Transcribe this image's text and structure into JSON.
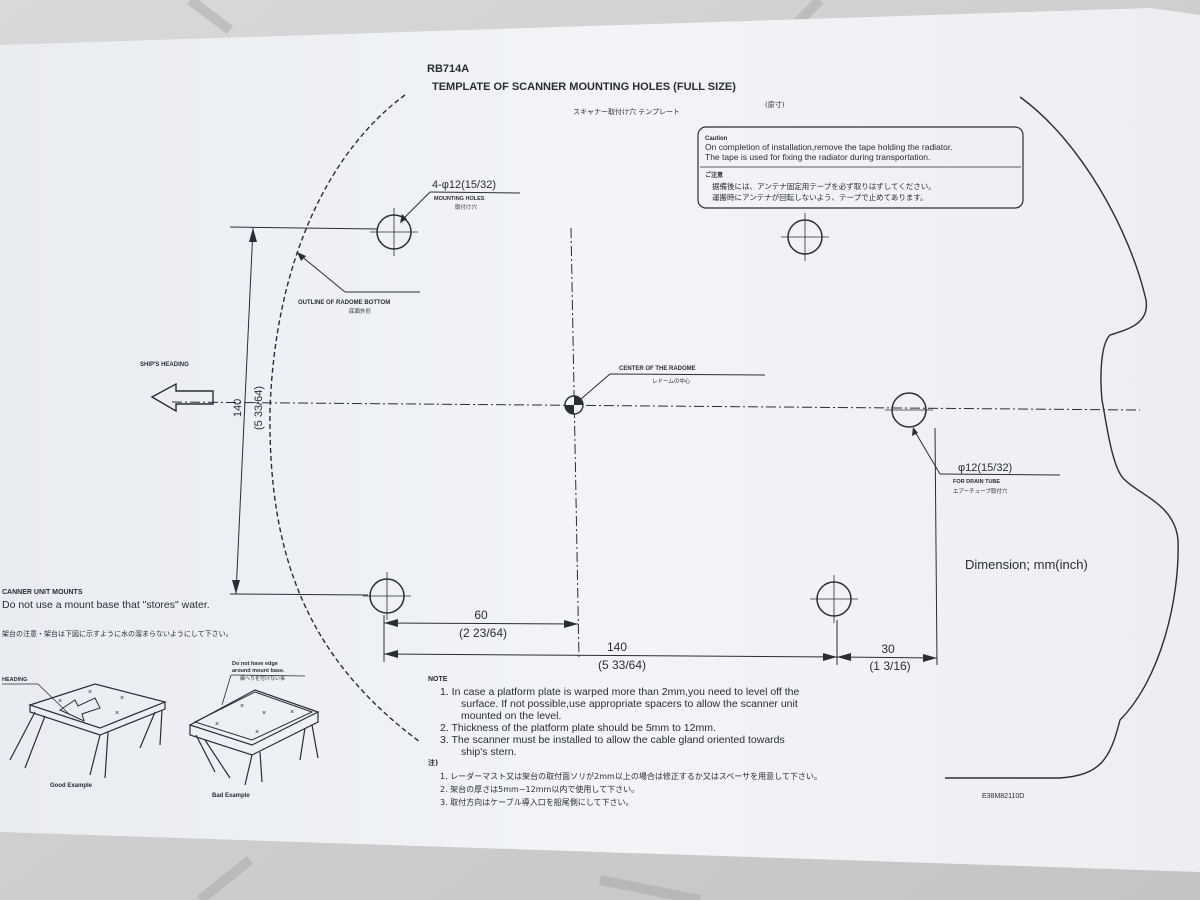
{
  "header": {
    "model": "RB714A",
    "title": "TEMPLATE OF SCANNER MOUNTING HOLES (FULL SIZE)",
    "title_jp": "スキャナー取付け穴 テンプレート",
    "title_jp_note": "(原寸)"
  },
  "caution": {
    "heading": "Caution",
    "line1": "On completion of installation,remove the tape holding the radiator.",
    "line2": "The tape is used for fixing the radiator during transportation.",
    "heading_jp": "ご注意",
    "line1_jp": "据備後には、アンテナ固定用テープを必ず取りはずしてください。",
    "line2_jp": "運搬時にアンテナが回転しないよう、テープで止めてあります。"
  },
  "labels": {
    "mounting_holes": "4-φ12(15/32)",
    "mounting_holes_sub": "MOUNTING HOLES",
    "mounting_holes_jp": "取付け穴",
    "outline": "OUTLINE OF RADOME BOTTOM",
    "outline_jp": "底面外形",
    "ships_heading": "SHIP'S HEADING",
    "center": "CENTER OF THE RADOME",
    "center_jp": "レドームの中心",
    "drain": "φ12(15/32)",
    "drain_sub": "FOR DRAIN TUBE",
    "drain_jp": "エアーチューブ取付穴",
    "dimension": "Dimension; mm(inch)"
  },
  "dimensions": {
    "vertical": "140",
    "vertical_inch": "(5 33/64)",
    "d60": "60",
    "d60_inch": "(2 23/64)",
    "d140": "140",
    "d140_inch": "(5 33/64)",
    "d30": "30",
    "d30_inch": "(1 3/16)"
  },
  "mounts": {
    "title": "CANNER UNIT MOUNTS",
    "line1": "Do not use a mount base that \"stores\" water.",
    "line_jp": "架台の注意・架台は下図に示すように水の溜まらないようにして下さい。",
    "heading_tag": "HEADING",
    "bad_note1": "Do not have edge",
    "bad_note2": "around mount base.",
    "bad_note_jp": "縁へりを付けない事",
    "good": "Good Example",
    "bad": "Bad Example"
  },
  "notes": {
    "title": "NOTE",
    "n1": "1.  In case a platform plate is warped more than 2mm,you need to level off the",
    "n1b": "surface. If not possible,use appropriate spacers to allow the scanner unit",
    "n1c": "mounted on the level.",
    "n2": "2.  Thickness of the platform plate should be 5mm to 12mm.",
    "n3": "3.  The scanner must be installed to allow the cable gland oriented towards",
    "n3b": "ship's stern.",
    "title_jp": "注)",
    "j1": "1.  レーダーマスト又は架台の取付面ソリが2mm以上の場合は修正するか又はスペーサを用意して下さい。",
    "j2": "2.  架台の厚さは5mm~12mm以内で使用して下さい。",
    "j3": "3.  取付方向はケーブル導入口を船尾側にして下さい。"
  },
  "footer": {
    "code": "E38M82110D"
  },
  "colors": {
    "paper": "#eef0f4",
    "ink": "#2a2d33",
    "background": "#cfcfcf"
  }
}
